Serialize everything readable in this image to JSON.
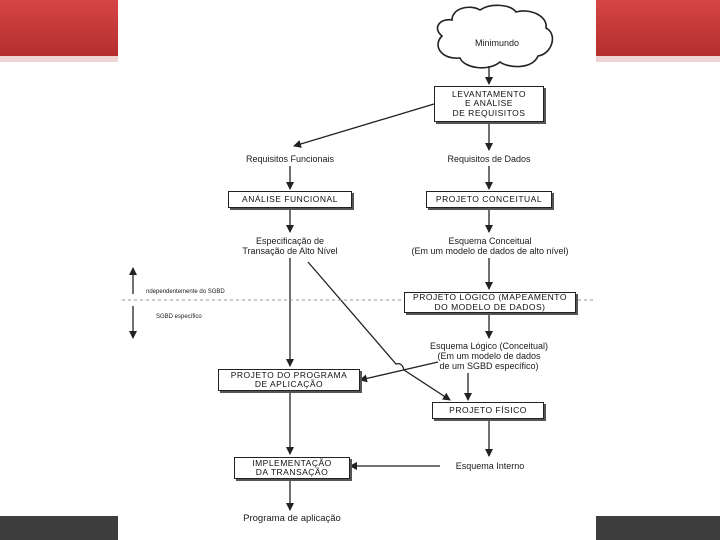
{
  "nodes": {
    "miniworld": "Minimundo",
    "requirements_analysis": "LEVANTAMENTO\nE ANÁLISE\nDE REQUISITOS",
    "functional_requirements": "Requisitos Funcionais",
    "data_requirements": "Requisitos de Dados",
    "functional_analysis": "ANÁLISE FUNCIONAL",
    "conceptual_design": "PROJETO CONCEITUAL",
    "transaction_spec": "Especificação de\nTransação de Alto Nível",
    "conceptual_schema": "Esquema Conceitual\n(Em um modelo de dados de alto nível)",
    "logical_design": "PROJETO LÓGICO (MAPEAMENTO\nDO MODELO DE DADOS)",
    "logical_schema": "Esquema Lógico (Conceitual)\n(Em um modelo de dados\nde um SGBD específico)",
    "app_program_design": "PROJETO DO PROGRAMA\nDE APLICAÇÃO",
    "physical_design": "PROJETO FÍSICO",
    "transaction_implementation": "IMPLEMENTAÇÃO\nDA TRANSAÇÃO",
    "internal_schema": "Esquema Interno",
    "application_program": "Programa de aplicação"
  },
  "side_labels": {
    "dbms_independent": "ndependentemente do SGBD",
    "dbms_specific": "SGBD específico"
  }
}
